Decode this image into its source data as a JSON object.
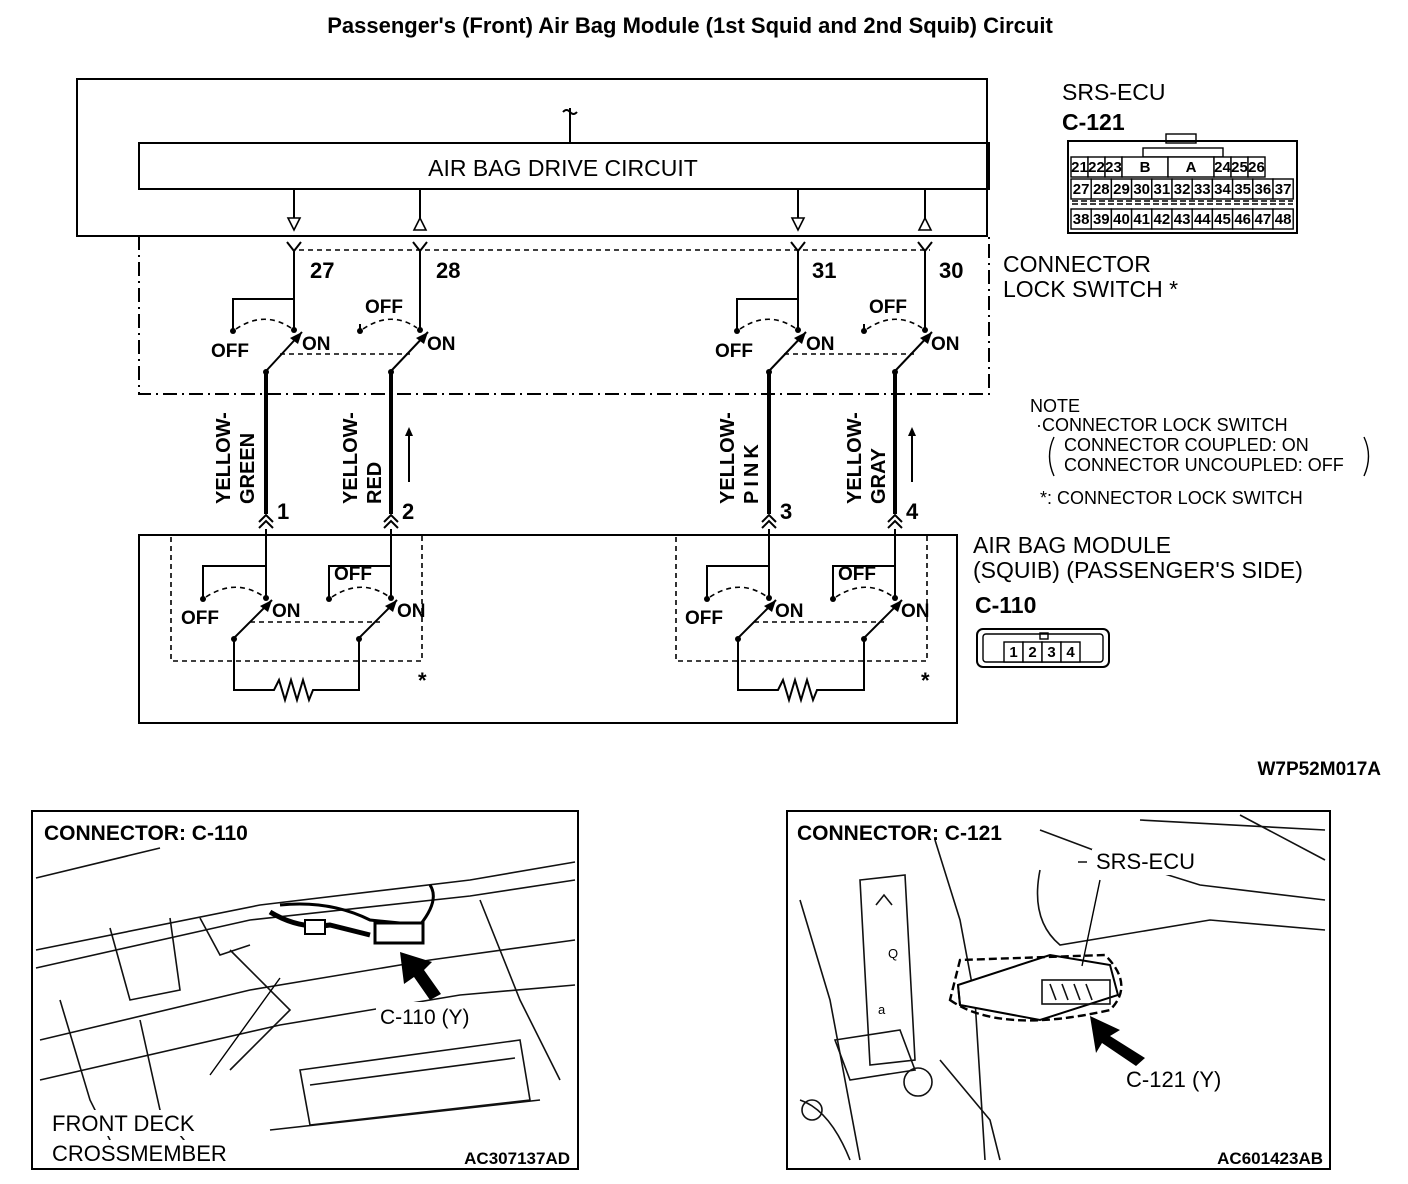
{
  "title": "Passenger's (Front) Air Bag Module (1st Squid and 2nd Squib) Circuit",
  "ecu": {
    "name": "SRS-ECU",
    "connector": "C-121",
    "drive_circuit": "AIR BAG DRIVE CIRCUIT"
  },
  "ecu_pinout": {
    "row1": [
      "21",
      "22",
      "23",
      "B",
      "A",
      "24",
      "25",
      "26"
    ],
    "row2": [
      "27",
      "28",
      "29",
      "30",
      "31",
      "32",
      "33",
      "34",
      "35",
      "36",
      "37"
    ],
    "row3": [
      "38",
      "39",
      "40",
      "41",
      "42",
      "43",
      "44",
      "45",
      "46",
      "47",
      "48"
    ]
  },
  "lock_switch": {
    "line1": "CONNECTOR",
    "line2": "LOCK SWITCH *"
  },
  "terminals": [
    "27",
    "28",
    "31",
    "30"
  ],
  "switch_labels": {
    "off": "OFF",
    "on": "ON"
  },
  "wires": [
    {
      "color1": "YELLOW-",
      "color2": "GREEN",
      "pin": "1"
    },
    {
      "color1": "YELLOW-",
      "color2": "RED",
      "pin": "2"
    },
    {
      "color1": "YELLOW-",
      "color2": "PINK",
      "pin": "3"
    },
    {
      "color1": "YELLOW-",
      "color2": "GRAY",
      "pin": "4"
    }
  ],
  "note": {
    "heading": "NOTE",
    "line1": "·CONNECTOR LOCK SWITCH",
    "line2": "CONNECTOR COUPLED: ON",
    "line3": "CONNECTOR UNCOUPLED: OFF",
    "line4": "*: CONNECTOR LOCK SWITCH"
  },
  "module": {
    "line1": "AIR BAG MODULE",
    "line2": "(SQUIB) (PASSENGER'S SIDE)",
    "connector": "C-110",
    "pins": [
      "1",
      "2",
      "3",
      "4"
    ],
    "asterisk": "*"
  },
  "figure_code": "W7P52M017A",
  "photo_left": {
    "header": "CONNECTOR: C-110",
    "callout": "C-110 (Y)",
    "label1": "FRONT DECK",
    "label2": "CROSSMEMBER",
    "code": "AC307137AD"
  },
  "photo_right": {
    "header": "CONNECTOR: C-121",
    "callout_top": "SRS-ECU",
    "callout": "C-121 (Y)",
    "code": "AC601423AB"
  }
}
